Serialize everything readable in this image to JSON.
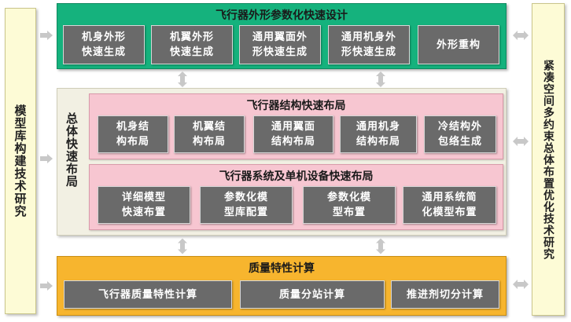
{
  "left_side": {
    "label": "模型库构建技术研究"
  },
  "right_side": {
    "label": "紧凑空间多约束总体布置优化技术研究"
  },
  "shape_design": {
    "title": "飞行器外形参数化快速设计",
    "items": [
      "机身外形\n快速生成",
      "机翼外形\n快速生成",
      "通用翼面外\n形快速生成",
      "通用机身外\n形快速生成",
      "外形重构"
    ]
  },
  "layout": {
    "label": "总体快速布局",
    "structure": {
      "title": "飞行器结构快速布局",
      "items": [
        "机身结\n构布局",
        "机翼结\n构布局",
        "通用翼面\n结构布局",
        "通用机身\n结构布局",
        "冷结构外\n包络生成"
      ]
    },
    "systems": {
      "title": "飞行器系统及单机设备快速布局",
      "items": [
        "详细模型\n快速布置",
        "参数化模\n型库配置",
        "参数化模\n型布置",
        "通用系统简\n化模型布置"
      ]
    }
  },
  "mass": {
    "title": "质量特性计算",
    "items": [
      "飞行器质量特性计算",
      "质量分站计算",
      "推进剂切分计算"
    ]
  },
  "colors": {
    "green": "#15b27d",
    "cream": "#f2f0e3",
    "pink": "#f7c6d1",
    "orange": "#f7b52e",
    "box": "#6a6a6a",
    "side": "#fdfbd6",
    "arrow": "#c8c8c8"
  }
}
